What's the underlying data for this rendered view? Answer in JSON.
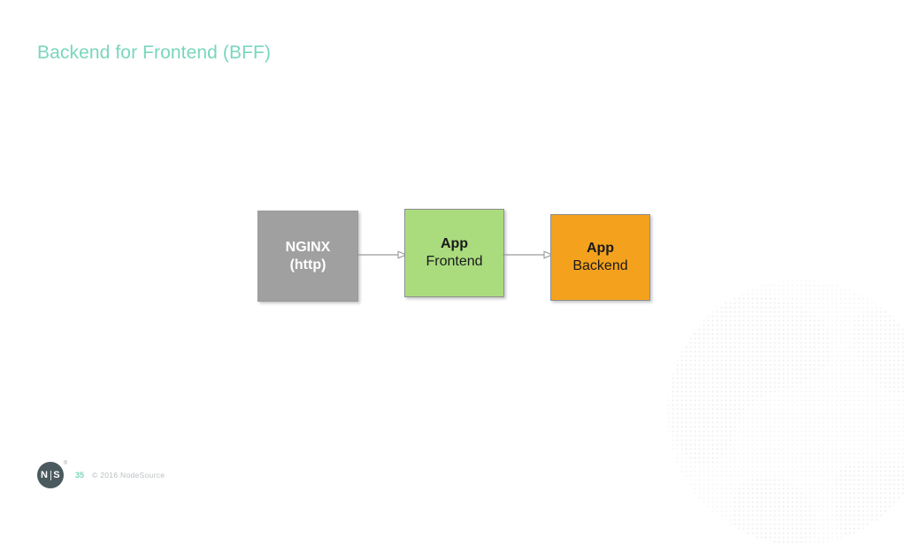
{
  "slide": {
    "title": "Backend for Frontend (BFF)",
    "title_color": "#7ad6bd",
    "background_color": "#ffffff"
  },
  "diagram": {
    "type": "flow",
    "nodes": [
      {
        "id": "nginx",
        "title": "NGINX",
        "subtitle": "(http)",
        "fill": "#a0a0a0",
        "text_color": "#ffffff"
      },
      {
        "id": "app-frontend",
        "title": "App",
        "subtitle": "Frontend",
        "fill": "#aadc7e",
        "text_color": "#1a1a1a"
      },
      {
        "id": "app-backend",
        "title": "App",
        "subtitle": "Backend",
        "fill": "#f4a21e",
        "text_color": "#1a1a1a"
      }
    ],
    "edges": [
      {
        "from": "nginx",
        "to": "app-frontend",
        "label": ""
      },
      {
        "from": "app-frontend",
        "to": "app-backend",
        "label": ""
      }
    ],
    "edge_color": "#9a9a9a"
  },
  "footer": {
    "logo_left": "N",
    "logo_right": "S",
    "logo_registered": "®",
    "slide_number": "35",
    "copyright": "© 2016  NodeSource",
    "slide_number_color": "#7ad6bd",
    "copyright_color": "#b9c0c2"
  }
}
